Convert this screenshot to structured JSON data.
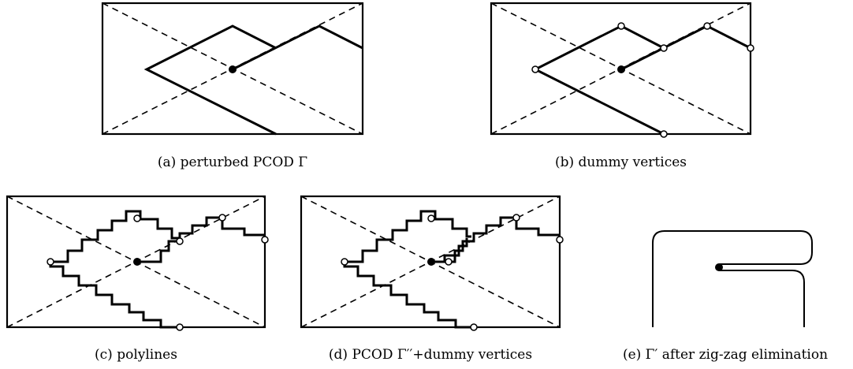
{
  "captions": {
    "a": "(a) perturbed PCOD Γ",
    "b": "(b) dummy vertices",
    "c": "(c) polylines",
    "d": "(d) PCOD Γ′′+dummy vertices",
    "e": "(e) Γ′ after zig-zag elimination"
  }
}
